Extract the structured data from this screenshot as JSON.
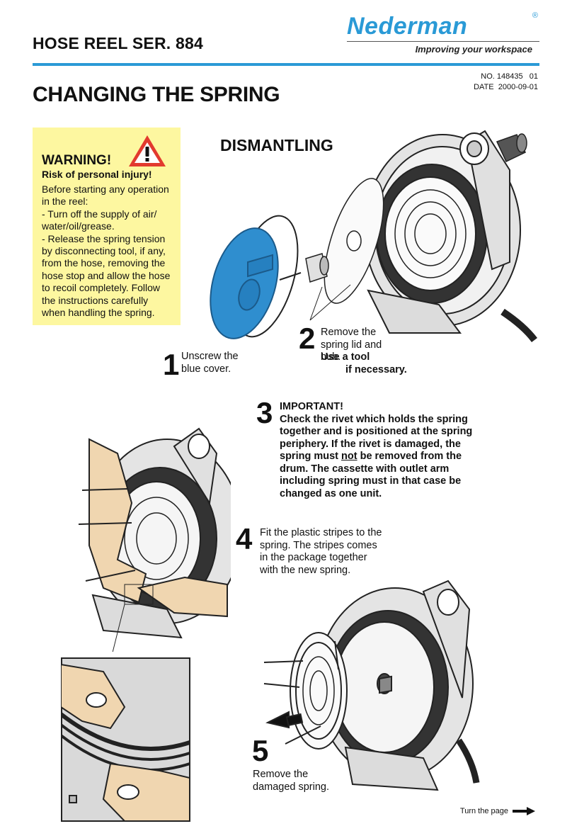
{
  "header": {
    "product_title": "HOSE REEL SER. 884",
    "brand": "Nederman",
    "brand_reg": "®",
    "tagline": "Improving your workspace",
    "doc_number": "NO. 148435   01",
    "doc_date": "DATE  2000-09-01",
    "accent_color": "#2a9ad6"
  },
  "page_title": "CHANGING THE SPRING",
  "warning": {
    "title": "WARNING!",
    "subtitle": "Risk of personal injury!",
    "body": "Before starting any operation\nin the reel:\n- Turn off the supply of air/\nwater/oil/grease.\n- Release the spring tension\nby disconnecting tool, if any,\nfrom the hose, removing the\nhose stop and allow the hose\nto recoil completely. Follow\nthe instructions carefully\nwhen handling the spring.",
    "icon": "warning-triangle-icon",
    "background": "#fdf7a0"
  },
  "section_title": "DISMANTLING",
  "steps": {
    "s1": {
      "num": "1",
      "text": "Unscrew the\nblue cover."
    },
    "s2": {
      "num": "2",
      "text": "Remove the\nspring lid and\nhub.",
      "bold_text": "Use a tool\nif necessary."
    },
    "s3": {
      "num": "3",
      "heading": "IMPORTANT!",
      "text_a": "Check the rivet  which holds the spring together and is positioned at the spring periphery. If the rivet is damaged, the spring must ",
      "text_not": "not",
      "text_b": " be removed from the drum. The cassette with outlet arm including spring must in that case be changed as one unit."
    },
    "s4": {
      "num": "4",
      "text": "Fit the plastic stripes to the\nspring. The stripes comes\nin the package together\nwith the new spring."
    },
    "s5": {
      "num": "5",
      "text": "Remove the\ndamaged spring."
    }
  },
  "footer": {
    "turn_page": "Turn the page"
  }
}
